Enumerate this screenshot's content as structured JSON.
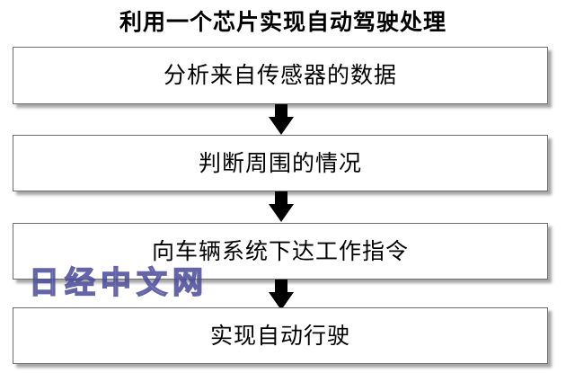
{
  "title": "利用一个芯片实现自动驾驶处理",
  "steps": [
    {
      "label": "分析来自传感器的数据"
    },
    {
      "label": "判断周围的情况"
    },
    {
      "label": "向车辆系统下达工作指令"
    },
    {
      "label": "实现自动行驶"
    }
  ],
  "watermark": "日经中文网",
  "colors": {
    "box_border": "#6e6e6e",
    "arrow": "#000000",
    "watermark_outline": "#4a4a9a"
  }
}
